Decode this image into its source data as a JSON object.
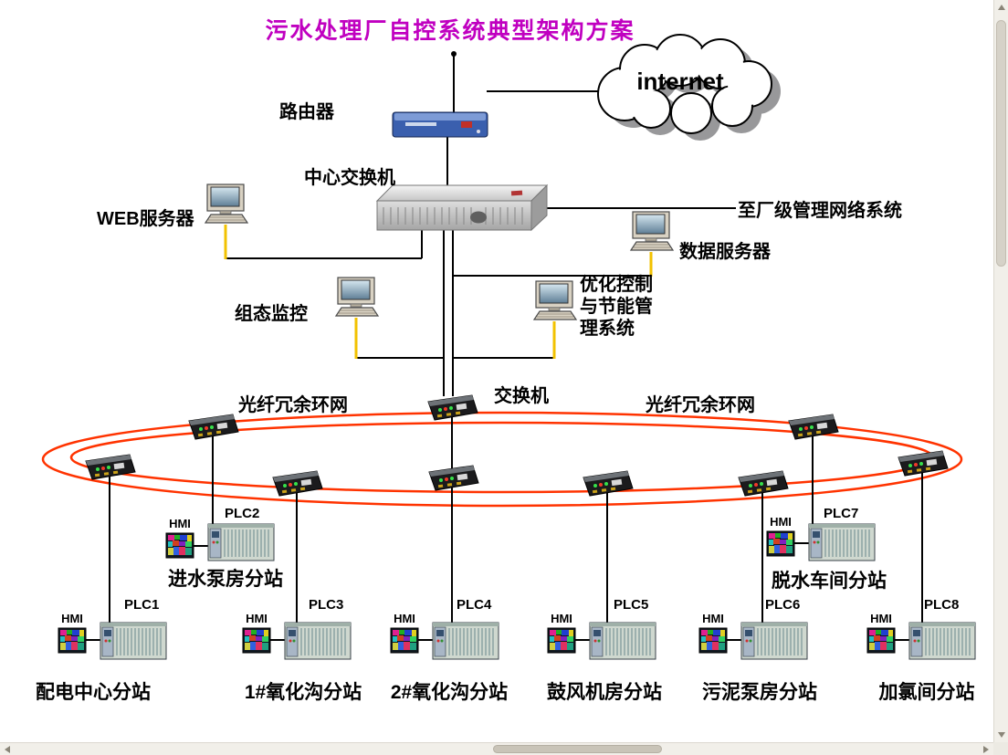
{
  "title": "污水处理厂自控系统典型架构方案",
  "colors": {
    "title": "#c000c0",
    "ring": "#ff3300",
    "cable_yellow": "#f2c200",
    "line": "#000000"
  },
  "labels": {
    "internet": "internet",
    "router": "路由器",
    "central_switch": "中心交换机",
    "plant_network": "至厂级管理网络系统",
    "web_server": "WEB服务器",
    "data_server": "数据服务器",
    "scada_monitor": "组态监控",
    "optimization_system": "优化控制\n与节能管\n理系统",
    "ring_switch": "交换机",
    "fiber_ring_left": "光纤冗余环网",
    "fiber_ring_right": "光纤冗余环网"
  },
  "stations": [
    {
      "name": "配电中心分站",
      "plc": "PLC1",
      "hmi": "HMI"
    },
    {
      "name": "进水泵房分站",
      "plc": "PLC2",
      "hmi": "HMI"
    },
    {
      "name": "1#氧化沟分站",
      "plc": "PLC3",
      "hmi": "HMI"
    },
    {
      "name": "2#氧化沟分站",
      "plc": "PLC4",
      "hmi": "HMI"
    },
    {
      "name": "鼓风机房分站",
      "plc": "PLC5",
      "hmi": "HMI"
    },
    {
      "name": "污泥泵房分站",
      "plc": "PLC6",
      "hmi": "HMI"
    },
    {
      "name": "脱水车间分站",
      "plc": "PLC7",
      "hmi": "HMI"
    },
    {
      "name": "加氯间分站",
      "plc": "PLC8",
      "hmi": "HMI"
    }
  ]
}
